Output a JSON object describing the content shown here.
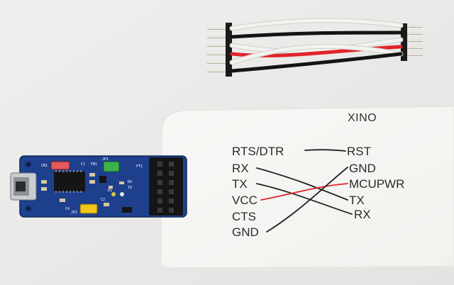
{
  "diagram": {
    "title": "XINO",
    "left_labels": [
      "RTS/DTR",
      "RX",
      "TX",
      "VCC",
      "CTS",
      "GND"
    ],
    "right_labels": [
      "RST",
      "GND",
      "MCUPWR",
      "TX",
      "RX"
    ]
  },
  "board": {
    "silkscreen": [
      "CN1",
      "C1",
      "FB1",
      "JP1",
      "FT1",
      "C4",
      "JP2",
      "C2",
      "D1",
      "RX",
      "TX"
    ]
  },
  "colors": {
    "board": "#1d3f8c",
    "paper": "#f6f6f3",
    "wire_red": "#e0242c",
    "wire_black": "#1a1a1a",
    "wire_white": "#eeeeea"
  }
}
